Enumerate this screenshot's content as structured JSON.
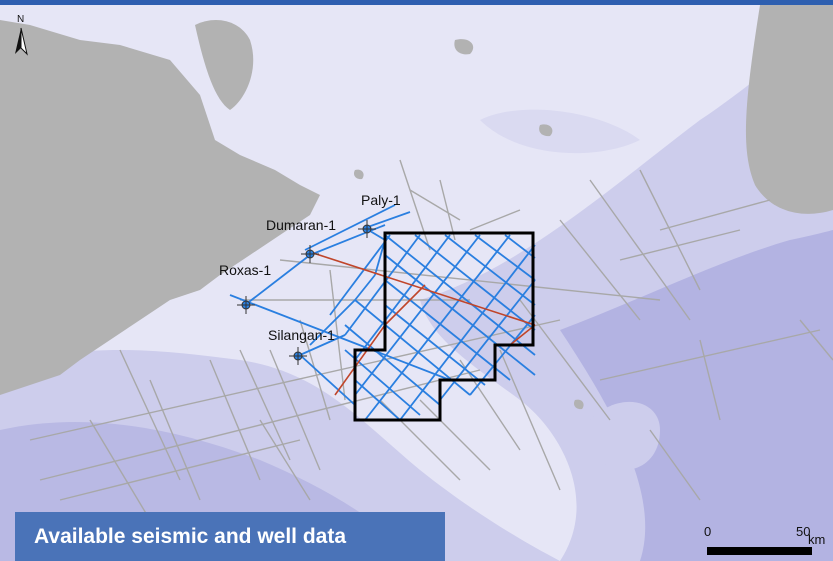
{
  "map": {
    "wells": [
      {
        "name": "Paly-1"
      },
      {
        "name": "Dumaran-1"
      },
      {
        "name": "Roxas-1"
      },
      {
        "name": "Silangan-1"
      }
    ],
    "north_arrow": {
      "letter": "N"
    },
    "scale_bar": {
      "start_label": "0",
      "end_label": "50",
      "unit": "km"
    },
    "title": "Available seismic and well data",
    "colors": {
      "sea_light": "#e6e6f6",
      "sea_mid": "#cdcdec",
      "sea_deep": "#b3b3e2",
      "land": "#b2b2b2",
      "seismic_blue": "#2a7fe0",
      "seismic_red": "#c0452a",
      "seismic_grey": "#a8a8a8",
      "block_outline": "#000000",
      "title_box": "#4a73b8"
    },
    "icons": {
      "well": "well-symbol-icon",
      "north": "north-arrow-icon"
    }
  }
}
